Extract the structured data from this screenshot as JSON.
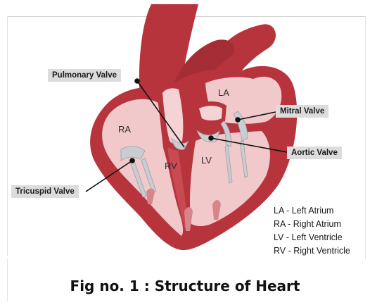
{
  "figure": {
    "caption": "Fig no. 1 : Structure of Heart"
  },
  "valves": {
    "pulmonary": "Pulmonary Valve",
    "mitral": "Mitral Valve",
    "aortic": "Aortic Valve",
    "tricuspid": "Tricuspid Valve"
  },
  "chambers": {
    "la": "LA",
    "ra": "RA",
    "rv": "RV",
    "lv": "LV"
  },
  "legend": [
    "LA -  Left Atrium",
    "RA -  Right Atrium",
    "LV -  Left Ventricle",
    "RV -  Right Ventricle"
  ],
  "colors": {
    "muscle": "#b8343d",
    "muscle_dark": "#9c2a32",
    "chamber": "#f1c9cb",
    "vessel_inner": "#f4d3d4",
    "valve": "#c9ccd0"
  }
}
